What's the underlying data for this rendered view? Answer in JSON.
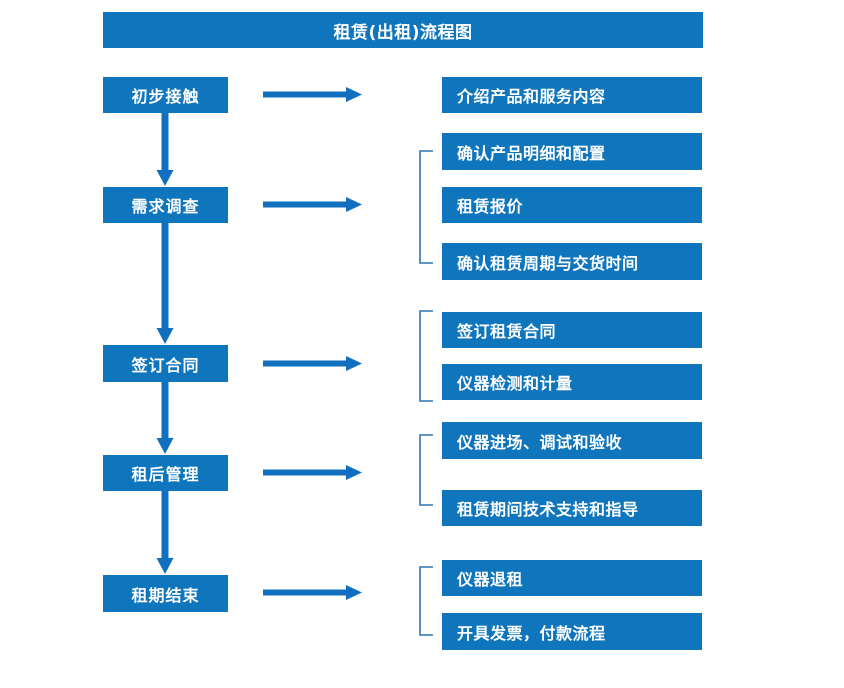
{
  "diagram": {
    "title": "租赁(出租)流程图",
    "accent_color": "#0f75bd",
    "background_color": "#ffffff",
    "text_color": "#ffffff",
    "stages": [
      {
        "label": "初步接触"
      },
      {
        "label": "需求调查"
      },
      {
        "label": "签订合同"
      },
      {
        "label": "租后管理"
      },
      {
        "label": "租期结束"
      }
    ],
    "details": [
      {
        "label": "介绍产品和服务内容"
      },
      {
        "label": "确认产品明细和配置"
      },
      {
        "label": "租赁报价"
      },
      {
        "label": "确认租赁周期与交货时间"
      },
      {
        "label": "签订租赁合同"
      },
      {
        "label": "仪器检测和计量"
      },
      {
        "label": "仪器进场、调试和验收"
      },
      {
        "label": "租赁期间技术支持和指导"
      },
      {
        "label": "仪器退租"
      },
      {
        "label": "开具发票，付款流程"
      }
    ],
    "connectors": {
      "horizontal_arrow_count": 5,
      "vertical_arrow_count": 4,
      "bracket_count": 4
    }
  }
}
